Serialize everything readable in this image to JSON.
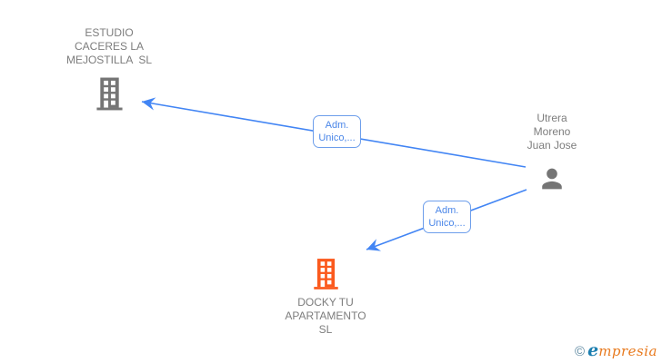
{
  "diagram": {
    "nodes": [
      {
        "id": "estudio-caceres",
        "type": "company",
        "lines": [
          "ESTUDIO",
          "CACERES LA",
          "MEJOSTILLA  SL"
        ],
        "icon": "building-icon",
        "icon_color": "#757575"
      },
      {
        "id": "utrera-moreno",
        "type": "person",
        "lines": [
          "Utrera",
          "Moreno",
          "Juan Jose"
        ],
        "icon": "person-icon",
        "icon_color": "#757575"
      },
      {
        "id": "docky-tu-apartamento",
        "type": "company",
        "lines": [
          "DOCKY TU",
          "APARTAMENTO",
          "SL"
        ],
        "icon": "building-icon",
        "icon_color": "#fb5a1e"
      }
    ],
    "edges": [
      {
        "from": "utrera-moreno",
        "to": "estudio-caceres",
        "label_lines": [
          "Adm.",
          "Unico,..."
        ]
      },
      {
        "from": "utrera-moreno",
        "to": "docky-tu-apartamento",
        "label_lines": [
          "Adm.",
          "Unico,..."
        ]
      }
    ],
    "colors": {
      "edge": "#4285f4",
      "edge_label_text": "#4a86e8",
      "edge_label_border": "#6d9eeb",
      "node_text": "#7d7d7d",
      "company_gray": "#757575",
      "company_orange": "#fb5a1e"
    }
  },
  "watermark": {
    "copyright": "©",
    "brand_first_letter": "e",
    "brand_rest": "mpresia"
  }
}
